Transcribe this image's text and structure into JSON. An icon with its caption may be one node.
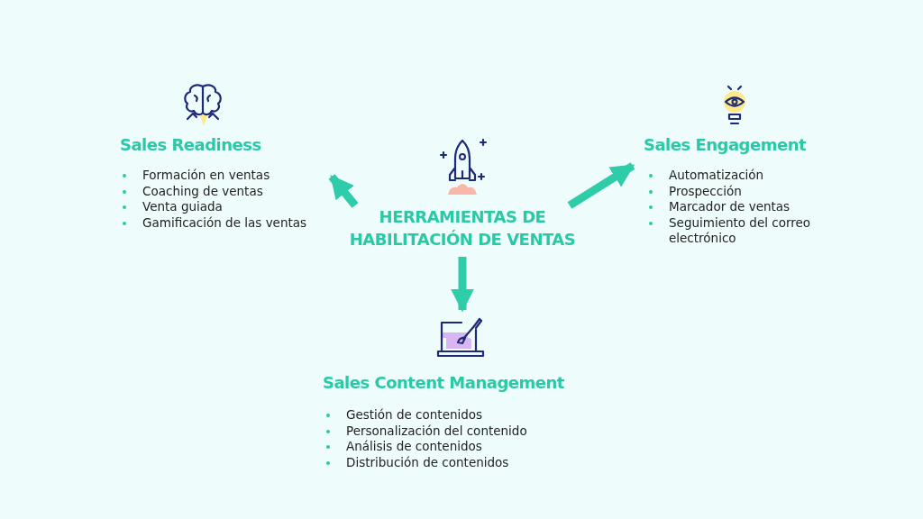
{
  "diagram": {
    "nodes": [
      {
        "text": [
          "HERRAMIENTAS DE HABILITACIÓN DE VENTAS"
        ]
      },
      {
        "text": [
          "Sales Readiness",
          "Formación en ventas",
          "Coaching de ventas",
          "Venta guiada",
          "Gamificación de las ventas"
        ]
      },
      {
        "text": [
          "Sales Engagement",
          "Automatización",
          "Prospección",
          "Marcador de ventas",
          "Seguimiento del correo electrónico"
        ]
      },
      {
        "text": [
          "Sales Content Management",
          "Gestión de contenidos",
          "Personalización del contenido",
          "Análisis de contenidos",
          "Distribución de contenidos"
        ]
      }
    ],
    "edges": [
      {
        "from": 0,
        "to": 1,
        "arrow": "to"
      },
      {
        "from": 0,
        "to": 2,
        "arrow": "to"
      },
      {
        "from": 0,
        "to": 3,
        "arrow": "to"
      }
    ]
  }
}
